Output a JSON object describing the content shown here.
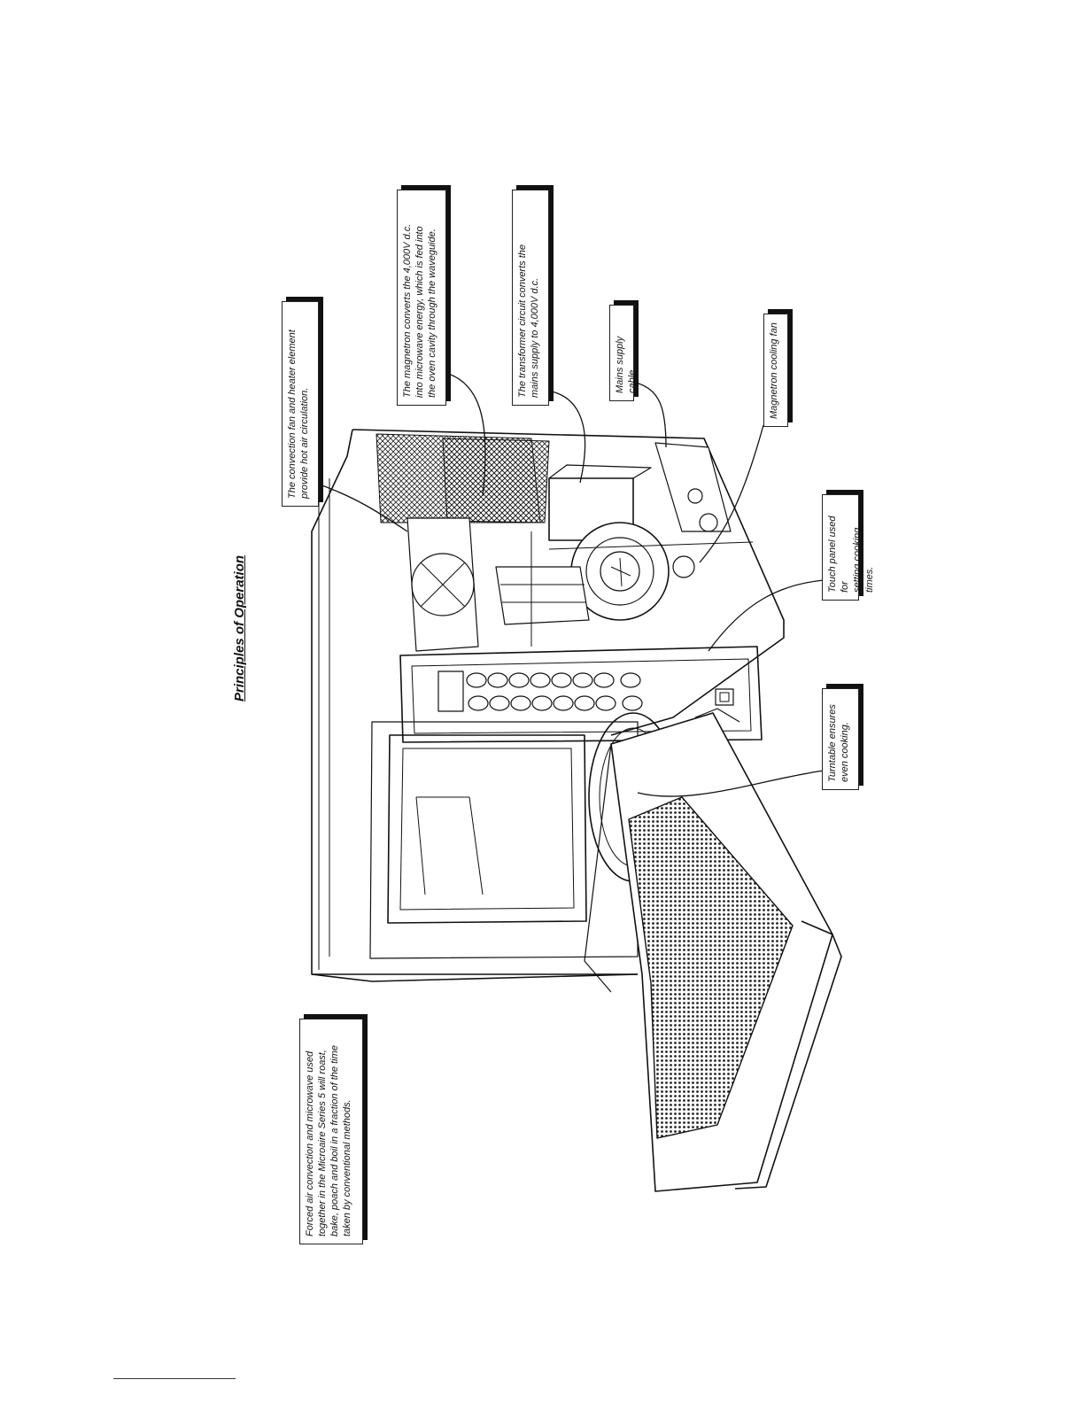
{
  "page": {
    "title": "Principles of Operation"
  },
  "callouts": {
    "intro": "Forced air convection and microwave used\ntogether in the Microaire Series 5 will roast,\nbake, poach and boil in a fraction of the time\ntaken by conventional methods.",
    "convection_fan": "The convection fan and heater element\nprovide hot air circulation.",
    "magnetron": "The magnetron converts the 4,000V d.c.\ninto microwave energy, which is fed into\nthe oven cavity through the waveguide.",
    "transformer": "The transformer circuit converts the\nmains supply to 4,000V d.c.",
    "mains_cable": "Mains supply cable.",
    "cooling_fan": "Magnetron cooling fan",
    "touch_panel": "Touch panel used for\nsetting cooking times.",
    "turntable": "Turntable ensures\neven cooking."
  },
  "colors": {
    "ink": "#111111",
    "paper": "#ffffff"
  }
}
